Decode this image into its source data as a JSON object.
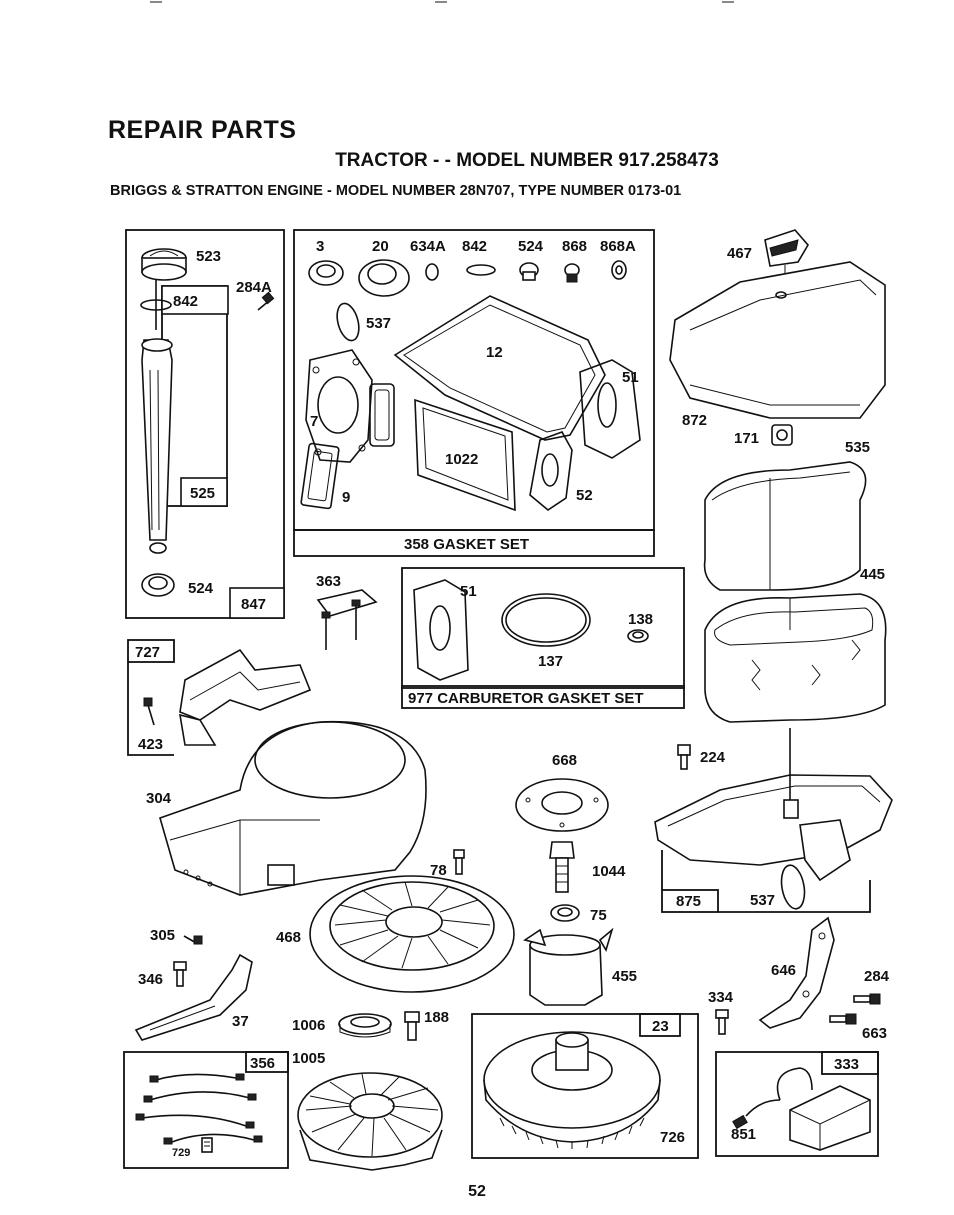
{
  "header": {
    "title": "REPAIR PARTS",
    "subtitle": "TRACTOR - - MODEL NUMBER 917.258473",
    "engine_line": "BRIGGS & STRATTON ENGINE - MODEL NUMBER 28N707, TYPE NUMBER 0173-01"
  },
  "kits": {
    "gasket_set": "358 GASKET SET",
    "carb_gasket_set": "977 CARBURETOR GASKET SET",
    "k847": "847",
    "k525": "525",
    "k842_box": "842",
    "k727": "727",
    "k875": "875",
    "k23": "23",
    "k356": "356",
    "k333": "333"
  },
  "parts": {
    "p523": "523",
    "p284A": "284A",
    "p524a": "524",
    "p3": "3",
    "p20": "20",
    "p634A": "634A",
    "p842": "842",
    "p524b": "524",
    "p868": "868",
    "p868A": "868A",
    "p537a": "537",
    "p12": "12",
    "p51a": "51",
    "p7": "7",
    "p1022": "1022",
    "p9": "9",
    "p52": "52",
    "p467": "467",
    "p872": "872",
    "p171": "171",
    "p535": "535",
    "p445": "445",
    "p363": "363",
    "p51b": "51",
    "p138": "138",
    "p137": "137",
    "p423": "423",
    "p304": "304",
    "p668": "668",
    "p1044": "1044",
    "p75": "75",
    "p455": "455",
    "p224": "224",
    "p537b": "537",
    "p78": "78",
    "p468": "468",
    "p305": "305",
    "p346": "346",
    "p37": "37",
    "p1006": "1006",
    "p188": "188",
    "p1005": "1005",
    "p729": "729",
    "p726": "726",
    "p646": "646",
    "p284": "284",
    "p334": "334",
    "p663": "663",
    "p851": "851"
  },
  "footer": {
    "page_number": "52"
  }
}
